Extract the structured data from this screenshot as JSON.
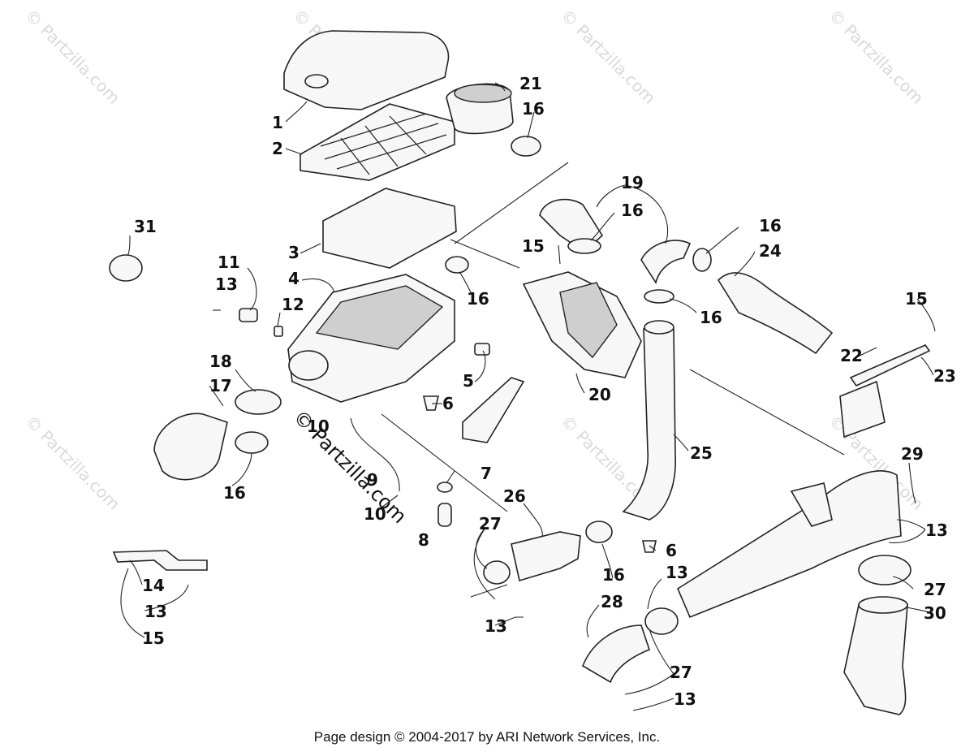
{
  "diagram": {
    "callouts": [
      {
        "id": "c1",
        "text": "1"
      },
      {
        "id": "c2",
        "text": "2"
      },
      {
        "id": "c3",
        "text": "3"
      },
      {
        "id": "c4",
        "text": "4"
      },
      {
        "id": "c5",
        "text": "5"
      },
      {
        "id": "c6a",
        "text": "6"
      },
      {
        "id": "c6b",
        "text": "6"
      },
      {
        "id": "c7",
        "text": "7"
      },
      {
        "id": "c8",
        "text": "8"
      },
      {
        "id": "c9",
        "text": "9"
      },
      {
        "id": "c10a",
        "text": "10"
      },
      {
        "id": "c10b",
        "text": "10"
      },
      {
        "id": "c11",
        "text": "11"
      },
      {
        "id": "c12",
        "text": "12"
      },
      {
        "id": "c13a",
        "text": "13"
      },
      {
        "id": "c13b",
        "text": "13"
      },
      {
        "id": "c13c",
        "text": "13"
      },
      {
        "id": "c13d",
        "text": "13"
      },
      {
        "id": "c13e",
        "text": "13"
      },
      {
        "id": "c13f",
        "text": "13"
      },
      {
        "id": "c14",
        "text": "14"
      },
      {
        "id": "c15a",
        "text": "15"
      },
      {
        "id": "c15b",
        "text": "15"
      },
      {
        "id": "c15c",
        "text": "15"
      },
      {
        "id": "c16a",
        "text": "16"
      },
      {
        "id": "c16b",
        "text": "16"
      },
      {
        "id": "c16c",
        "text": "16"
      },
      {
        "id": "c16d",
        "text": "16"
      },
      {
        "id": "c16e",
        "text": "16"
      },
      {
        "id": "c16f",
        "text": "16"
      },
      {
        "id": "c16g",
        "text": "16"
      },
      {
        "id": "c17",
        "text": "17"
      },
      {
        "id": "c18",
        "text": "18"
      },
      {
        "id": "c19",
        "text": "19"
      },
      {
        "id": "c20",
        "text": "20"
      },
      {
        "id": "c21",
        "text": "21"
      },
      {
        "id": "c22",
        "text": "22"
      },
      {
        "id": "c23",
        "text": "23"
      },
      {
        "id": "c24",
        "text": "24"
      },
      {
        "id": "c25",
        "text": "25"
      },
      {
        "id": "c26",
        "text": "26"
      },
      {
        "id": "c27a",
        "text": "27"
      },
      {
        "id": "c27b",
        "text": "27"
      },
      {
        "id": "c27c",
        "text": "27"
      },
      {
        "id": "c28",
        "text": "28"
      },
      {
        "id": "c29",
        "text": "29"
      },
      {
        "id": "c30",
        "text": "30"
      },
      {
        "id": "c31",
        "text": "31"
      }
    ]
  },
  "watermark": {
    "text": "© Partzilla.com"
  },
  "footer": {
    "text": "Page design © 2004-2017 by ARI Network Services, Inc."
  }
}
